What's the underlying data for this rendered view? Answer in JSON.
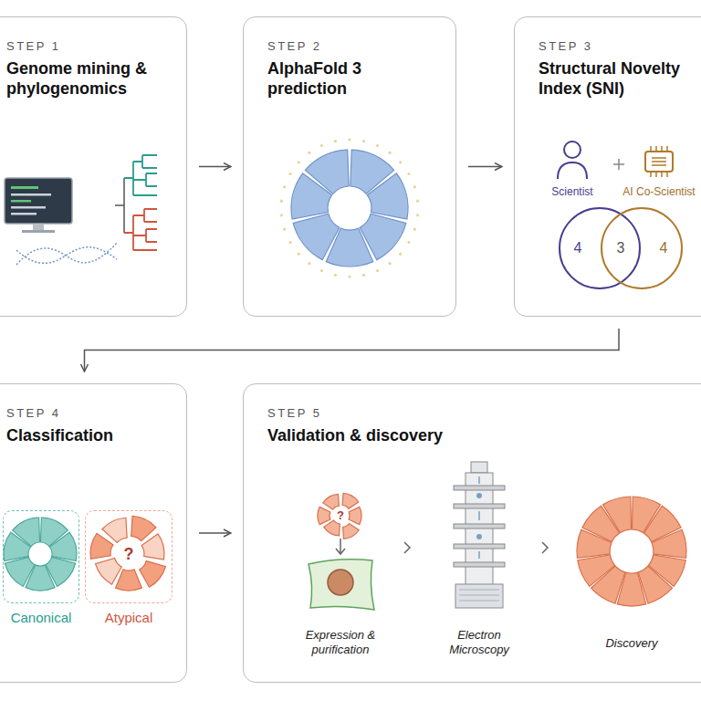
{
  "diagram": {
    "nodes": [
      {
        "text": [
          "STEP 1",
          "Genome mining & phylogenomics"
        ]
      },
      {
        "text": [
          "STEP 2",
          "AlphaFold 3 prediction"
        ]
      },
      {
        "text": [
          "STEP 3",
          "Structural Novelty Index (SNI)"
        ]
      },
      {
        "text": [
          "STEP 4",
          "Classification"
        ]
      },
      {
        "text": [
          "Canonical"
        ],
        "in": 3
      },
      {
        "text": [
          "Atypical"
        ],
        "in": 3
      },
      {
        "text": [
          "STEP 5",
          "Validation & discovery"
        ]
      }
    ],
    "edges": [
      {
        "from": 0,
        "to": 1,
        "arrow": "to"
      },
      {
        "from": 1,
        "to": 2,
        "arrow": "to"
      },
      {
        "from": 2,
        "to": 3,
        "arrow": "to"
      },
      {
        "from": 3,
        "to": 6,
        "arrow": "to"
      }
    ],
    "labels": [
      "Scientist",
      "AI Co-Scientist",
      "4",
      "3",
      "4",
      "?",
      "?",
      "Expression & purification",
      "Electron Microscopy",
      "Discovery"
    ]
  }
}
